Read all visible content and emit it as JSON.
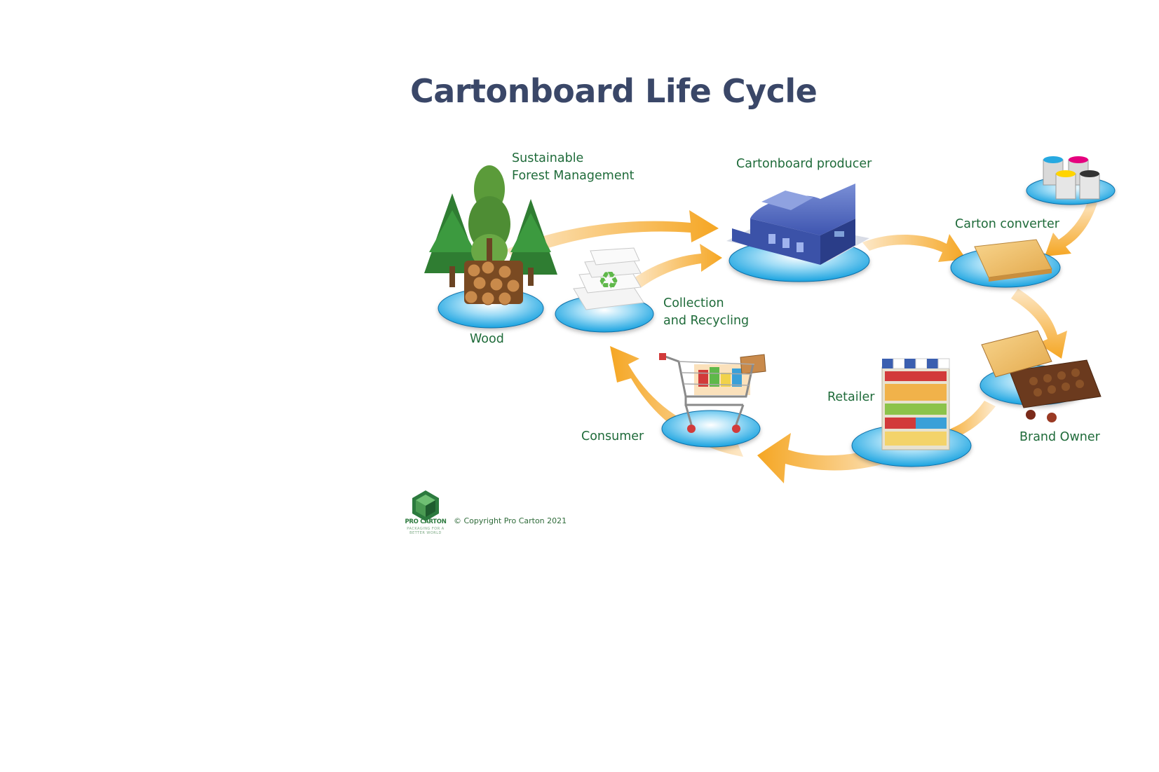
{
  "title": "Cartonboard Life Cycle",
  "stages": {
    "forest": {
      "line1": "Sustainable",
      "line2": "Forest Management"
    },
    "wood": "Wood",
    "producer": "Cartonboard producer",
    "converter": "Carton converter",
    "recycling": {
      "line1": "Collection",
      "line2": "and Recycling"
    },
    "brand_owner": "Brand Owner",
    "retailer": "Retailer",
    "consumer": "Consumer"
  },
  "footer": {
    "brand_name": "PRO CARTON",
    "brand_tagline": "PACKAGING FOR A BETTER WORLD",
    "copyright": "© Copyright Pro Carton 2021"
  },
  "colors": {
    "title": "#3a4768",
    "label": "#1f6b3a",
    "arrow": "#f5a623",
    "platform": "#1aa3e0",
    "logo": "#2c7a3e"
  }
}
